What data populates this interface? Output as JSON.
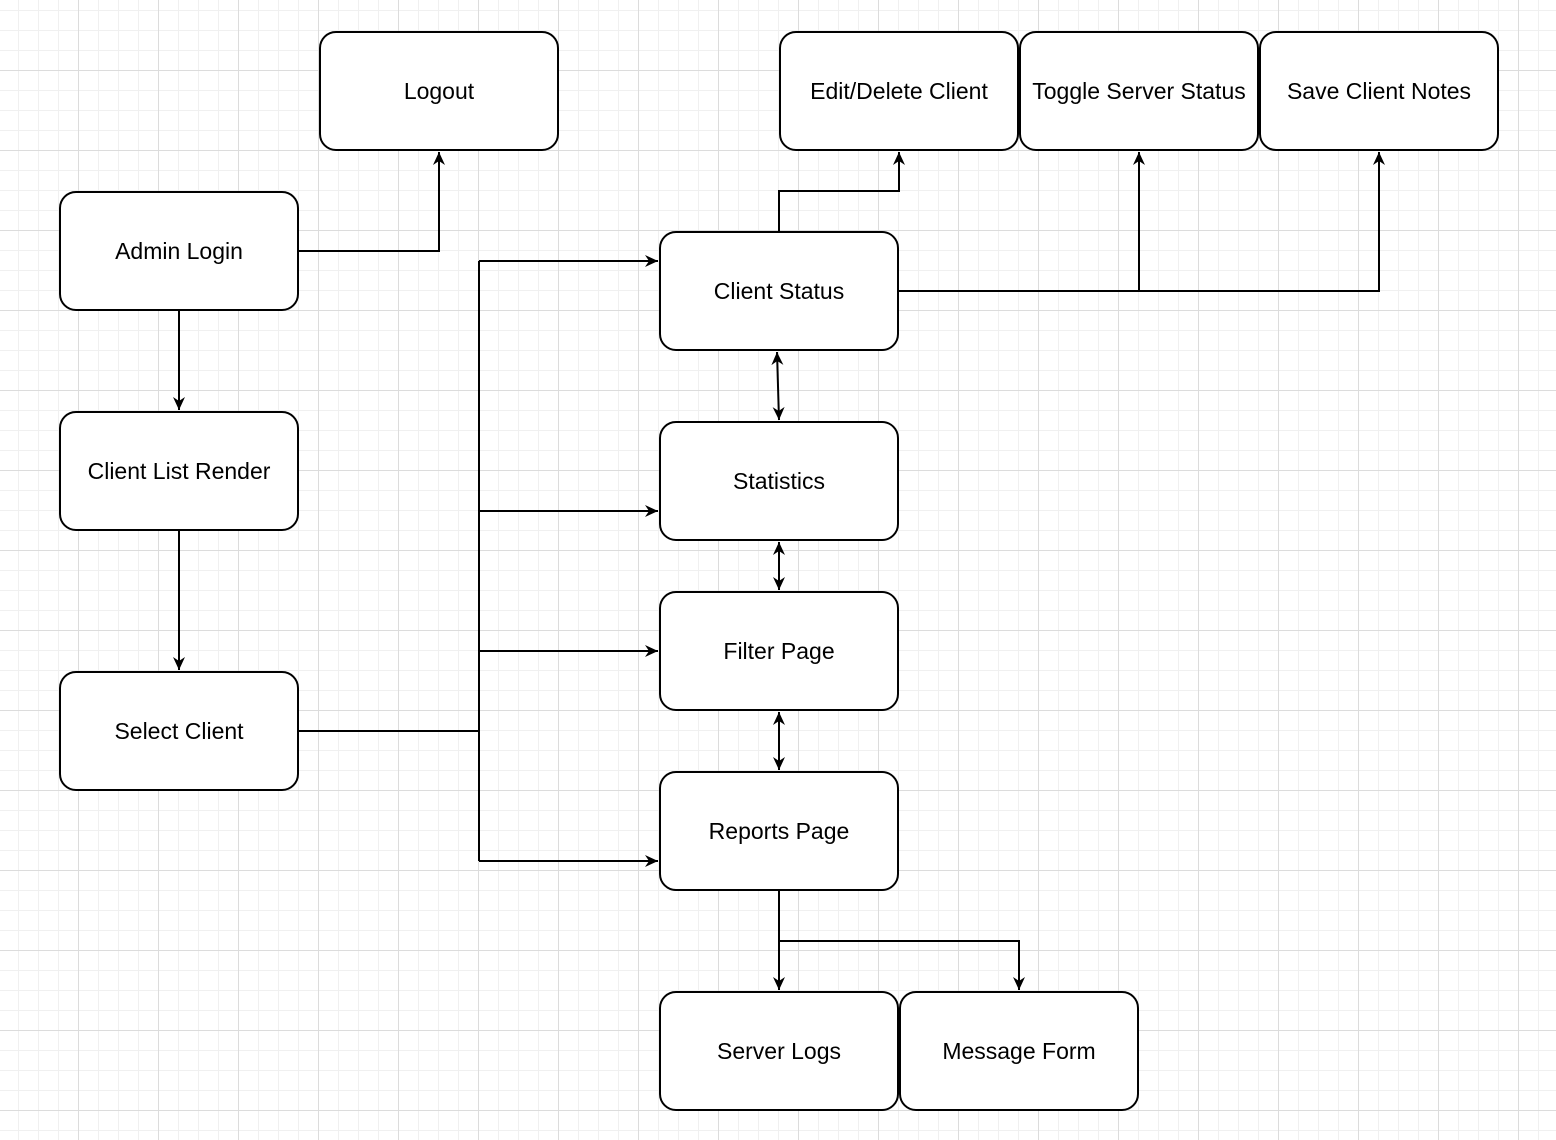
{
  "nodes": {
    "logout": "Logout",
    "edit_delete_client": "Edit/Delete Client",
    "toggle_server_status": "Toggle Server Status",
    "save_client_notes": "Save Client Notes",
    "admin_login": "Admin Login",
    "client_list_render": "Client List Render",
    "select_client": "Select Client",
    "client_status": "Client Status",
    "statistics": "Statistics",
    "filter_page": "Filter Page",
    "reports_page": "Reports Page",
    "server_logs": "Server Logs",
    "message_form": "Message Form"
  },
  "colors": {
    "stroke": "#000000",
    "node_fill": "#ffffff",
    "grid_major": "#dcdcdc",
    "grid_minor": "#f0f0f0"
  }
}
